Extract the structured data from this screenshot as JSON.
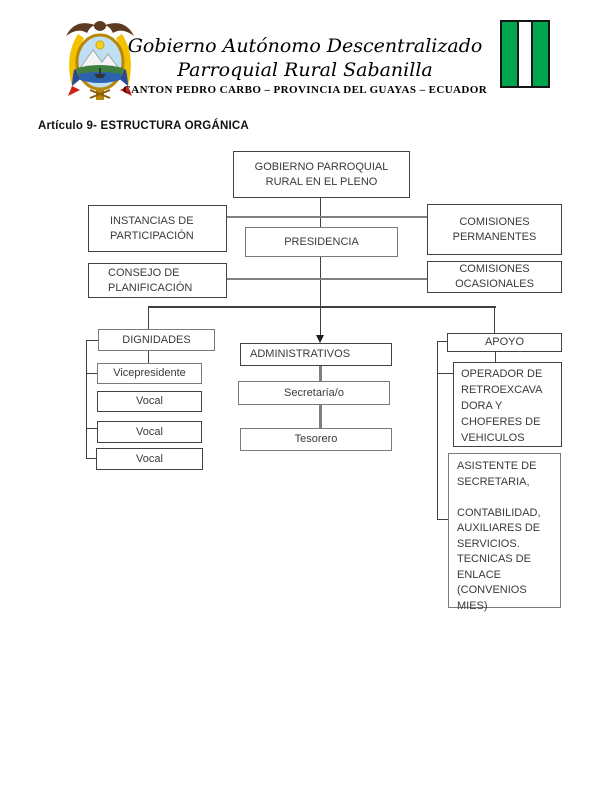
{
  "header": {
    "title_line1": "Gobierno Autónomo Descentralizado",
    "title_line2": "Parroquial Rural Sabanilla",
    "subtitle": "CANTON PEDRO CARBO – PROVINCIA DEL GUAYAS – ECUADOR",
    "coat_of_arms_name": "ecuador-coat-of-arms",
    "flag": {
      "name": "sabanilla-green-white-flag",
      "green": "#00a550",
      "white": "#ffffff",
      "border": "#161616"
    }
  },
  "section_heading": "Artículo 9- ESTRUCTURA ORGÁNICA",
  "org_chart": {
    "nodes": {
      "pleno": "GOBIERNO PARROQUIAL\nRURAL EN EL PLENO",
      "instancias": "INSTANCIAS DE\nPARTICIPACIÓN",
      "presidencia": "PRESIDENCIA",
      "comisiones_permanentes": "COMISIONES\nPERMANENTES",
      "consejo": "CONSEJO DE\nPLANIFICACIÓN",
      "comisiones_ocasionales": "COMISIONES\nOCASIONALES",
      "dignidades": "DIGNIDADES",
      "vicepresidente": "Vicepresidente",
      "vocal_1": "Vocal",
      "vocal_2": "Vocal",
      "vocal_3": "Vocal",
      "administrativos": "ADMINISTRATIVOS",
      "secretaria": "Secretaría/o",
      "tesorero": "Tesorero",
      "apoyo": "APOYO",
      "operador": "OPERADOR DE\nRETROEXCAVA\nDORA Y\nCHOFERES DE\nVEHICULOS",
      "asistente": "ASISTENTE DE\nSECRETARIA,\n\nCONTABILIDAD,\nAUXILIARES DE\nSERVICIOS.\nTECNICAS DE\nENLACE\n(CONVENIOS\nMIES)"
    },
    "line_color": "#3f3f3f",
    "gray_line_color": "#808080"
  }
}
